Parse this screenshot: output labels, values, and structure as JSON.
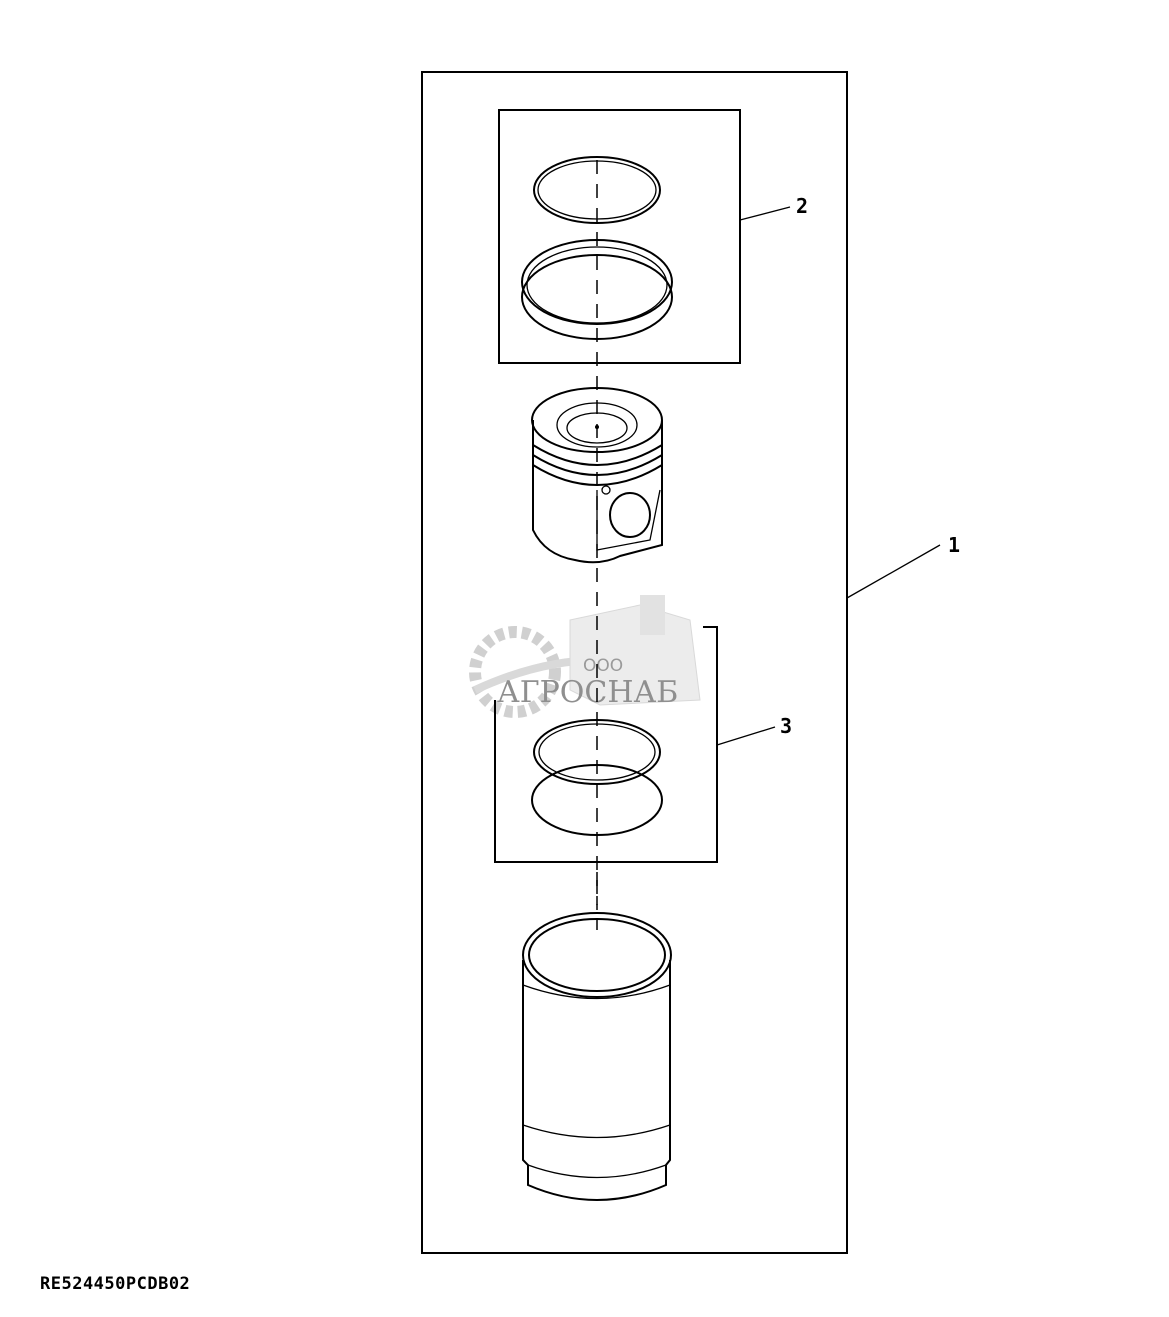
{
  "diagram": {
    "callouts": [
      "1",
      "2",
      "3"
    ],
    "parts": [
      "piston-ring-top",
      "piston-ring-second",
      "piston",
      "liner-seal-ring-upper",
      "liner-seal-ring-lower",
      "cylinder-liner"
    ],
    "drawing_code": "RE524450PCDB02"
  },
  "watermark": {
    "prefix": "ООО",
    "name": "АГРОСНАБ"
  }
}
